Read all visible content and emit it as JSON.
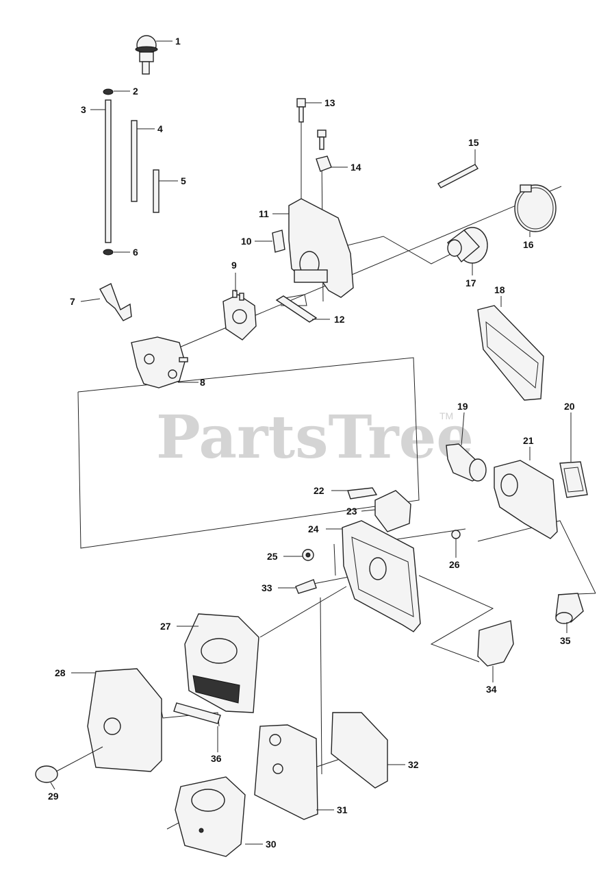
{
  "watermark": {
    "text": "PartsTree",
    "tm": "TM"
  },
  "callouts": [
    "1",
    "2",
    "3",
    "4",
    "5",
    "6",
    "7",
    "8",
    "9",
    "10",
    "11",
    "12",
    "13",
    "14",
    "15",
    "16",
    "17",
    "18",
    "19",
    "20",
    "21",
    "22",
    "23",
    "24",
    "25",
    "26",
    "27",
    "28",
    "29",
    "30",
    "31",
    "32",
    "33",
    "34",
    "35",
    "36"
  ]
}
